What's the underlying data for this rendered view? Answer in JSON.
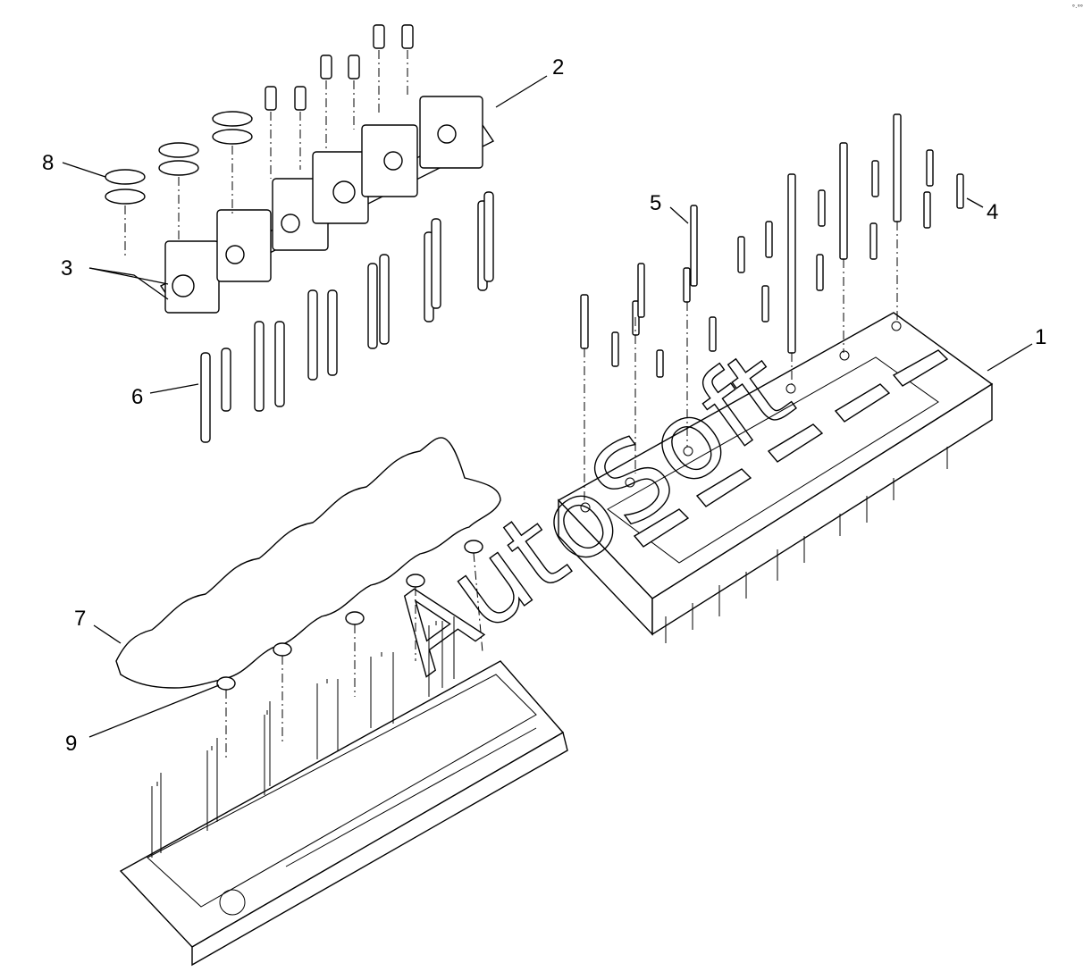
{
  "callouts": [
    {
      "id": "1",
      "label": "1"
    },
    {
      "id": "2",
      "label": "2"
    },
    {
      "id": "3",
      "label": "3"
    },
    {
      "id": "4",
      "label": "4"
    },
    {
      "id": "5",
      "label": "5"
    },
    {
      "id": "6",
      "label": "6"
    },
    {
      "id": "7",
      "label": "7"
    },
    {
      "id": "8",
      "label": "8"
    },
    {
      "id": "9",
      "label": "9"
    }
  ],
  "watermark": "AutoSoft",
  "corner_mark": "°·°°"
}
